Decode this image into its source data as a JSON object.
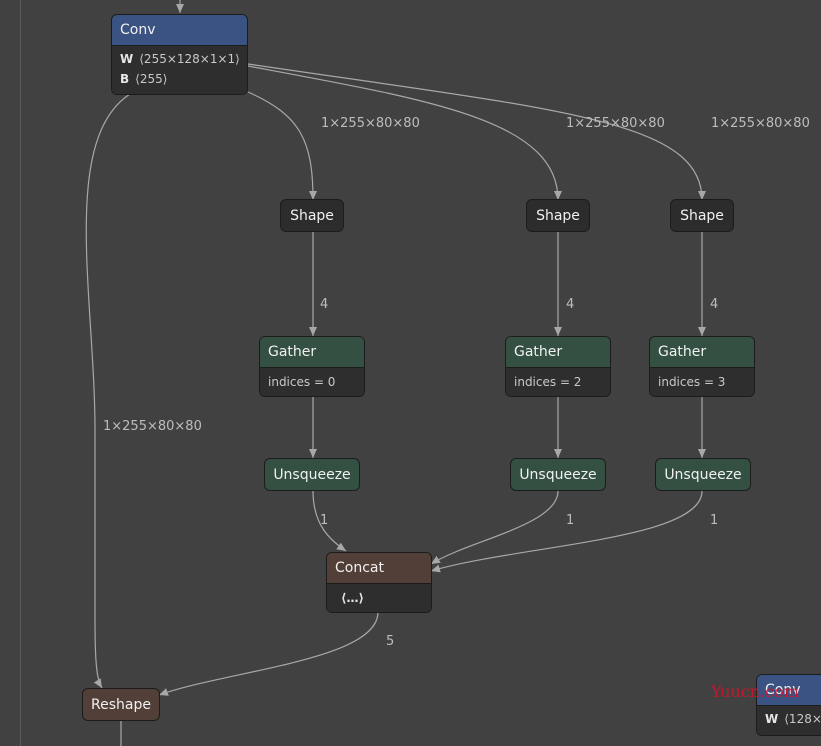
{
  "conv_top": {
    "title": "Conv",
    "w_key": "W",
    "w_val": "⟨255×128×1×1⟩",
    "b_key": "B",
    "b_val": "⟨255⟩"
  },
  "conv_bottom": {
    "title": "Conv",
    "w_key": "W",
    "w_val": "⟨128×"
  },
  "shape_nodes": [
    "Shape",
    "Shape",
    "Shape"
  ],
  "gather_nodes": [
    {
      "title": "Gather",
      "attr": "indices = 0"
    },
    {
      "title": "Gather",
      "attr": "indices = 2"
    },
    {
      "title": "Gather",
      "attr": "indices = 3"
    }
  ],
  "unsqueeze_nodes": [
    "Unsqueeze",
    "Unsqueeze",
    "Unsqueeze"
  ],
  "concat": {
    "title": "Concat",
    "attr": "⟨…⟩"
  },
  "reshape": {
    "title": "Reshape"
  },
  "edge_labels": {
    "conv_to_shape1": "1×255×80×80",
    "conv_to_shape2": "1×255×80×80",
    "conv_to_shape3": "1×255×80×80",
    "conv_to_reshape": "1×255×80×80",
    "shape_to_gather": [
      "4",
      "4",
      "4"
    ],
    "unsqueeze_to_concat": [
      "1",
      "1",
      "1"
    ],
    "concat_to_reshape": "5"
  },
  "watermark": "Yuucn.com"
}
